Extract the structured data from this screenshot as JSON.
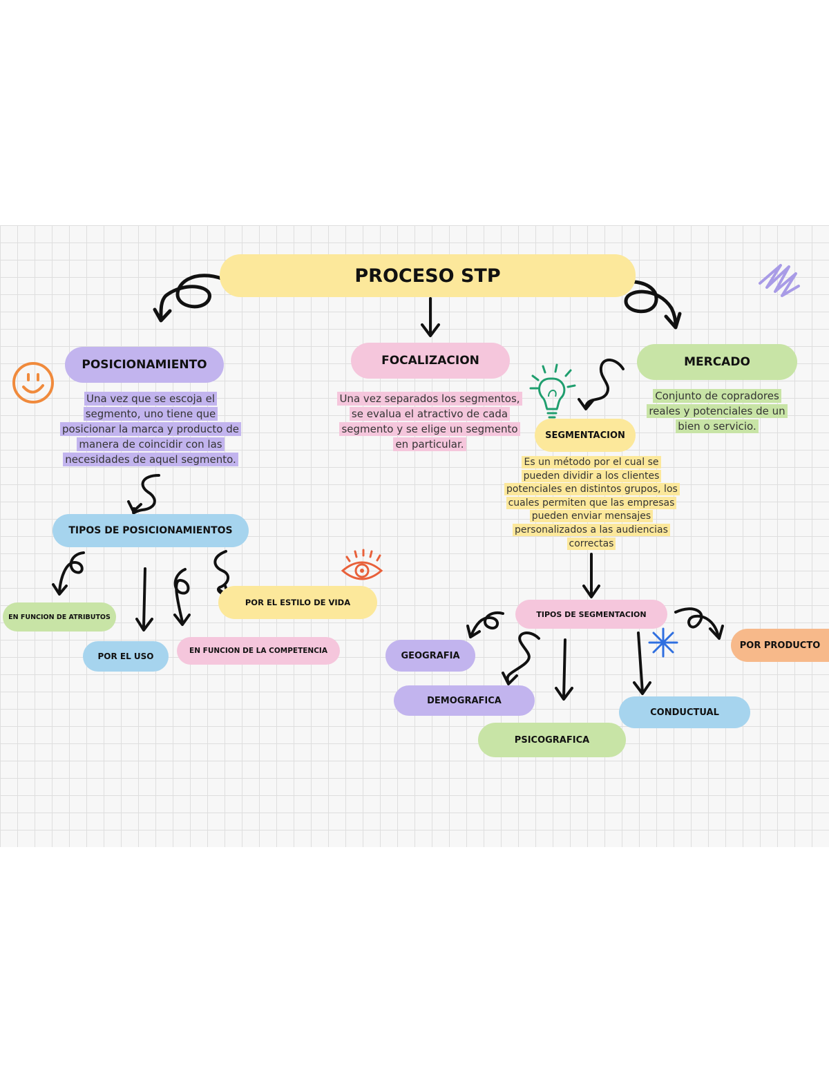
{
  "colors": {
    "yellow": "#fce89b",
    "purple": "#c2b4ee",
    "pink": "#f5c6dc",
    "green": "#c8e4a6",
    "blue": "#a6d4ee",
    "orange": "#f7b98a",
    "arrow": "#111111"
  },
  "root": {
    "title": "PROCESO STP"
  },
  "posicionamiento": {
    "title": "POSICIONAMIENTO",
    "description": "Una vez que se escoja el segmento, uno tiene que posicionar la marca y producto de manera de coincidir con las necesidades de aquel segmento."
  },
  "focalizacion": {
    "title": "FOCALIZACION",
    "description": "Una vez separados los segmentos, se evalua el atractivo de cada segmento y se elige un segmento en particular."
  },
  "mercado": {
    "title": "MERCADO",
    "description": "Conjunto de copradores reales y potenciales de un bien o servicio."
  },
  "segmentacion": {
    "title": "SEGMENTACION",
    "description": "Es un método por el cual se pueden dividir a los clientes potenciales en distintos grupos, los cuales permiten que las empresas pueden enviar mensajes personalizados a las audiencias correctas"
  },
  "tipos_posicionamiento": {
    "title": "TIPOS DE POSICIONAMIENTOS",
    "items": [
      "EN FUNCION DE ATRIBUTOS",
      "POR EL USO",
      "EN FUNCION DE LA COMPETENCIA",
      "POR EL ESTILO DE VIDA"
    ]
  },
  "tipos_segmentacion": {
    "title": "TIPOS DE SEGMENTACION",
    "items": [
      "GEOGRAFIA",
      "DEMOGRAFICA",
      "PSICOGRAFICA",
      "CONDUCTUAL",
      "POR PRODUCTO"
    ]
  },
  "icons": [
    "smiley-icon",
    "lightbulb-icon",
    "eye-icon",
    "sparkle-icon",
    "scribble-icon"
  ]
}
